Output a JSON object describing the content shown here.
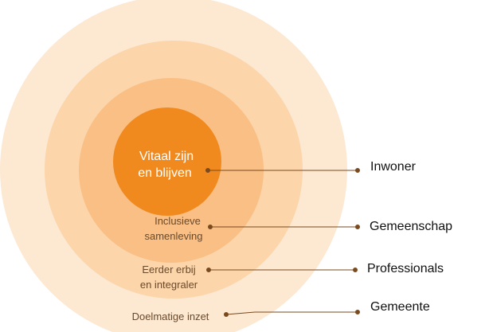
{
  "colors": {
    "outer_ring": "#fde8d2",
    "third_ring": "#fcd5aa",
    "second_ring": "#f9bf85",
    "core": "#f18a1e",
    "leader": "#7a4a1e",
    "ring_text": "#6b4a2a",
    "core_text": "#ffffff",
    "side_text": "#111111"
  },
  "rings": {
    "core": {
      "line1": "Vitaal zijn",
      "line2": "en blijven"
    },
    "second": {
      "line1": "Inclusieve",
      "line2": "samenleving"
    },
    "third": {
      "line1": "Eerder erbij",
      "line2": "en integraler"
    },
    "outer": {
      "line1": "Doelmatige inzet"
    }
  },
  "side_labels": {
    "inwoner": "Inwoner",
    "gemeenschap": "Gemeenschap",
    "professionals": "Professionals",
    "gemeente": "Gemeente"
  }
}
